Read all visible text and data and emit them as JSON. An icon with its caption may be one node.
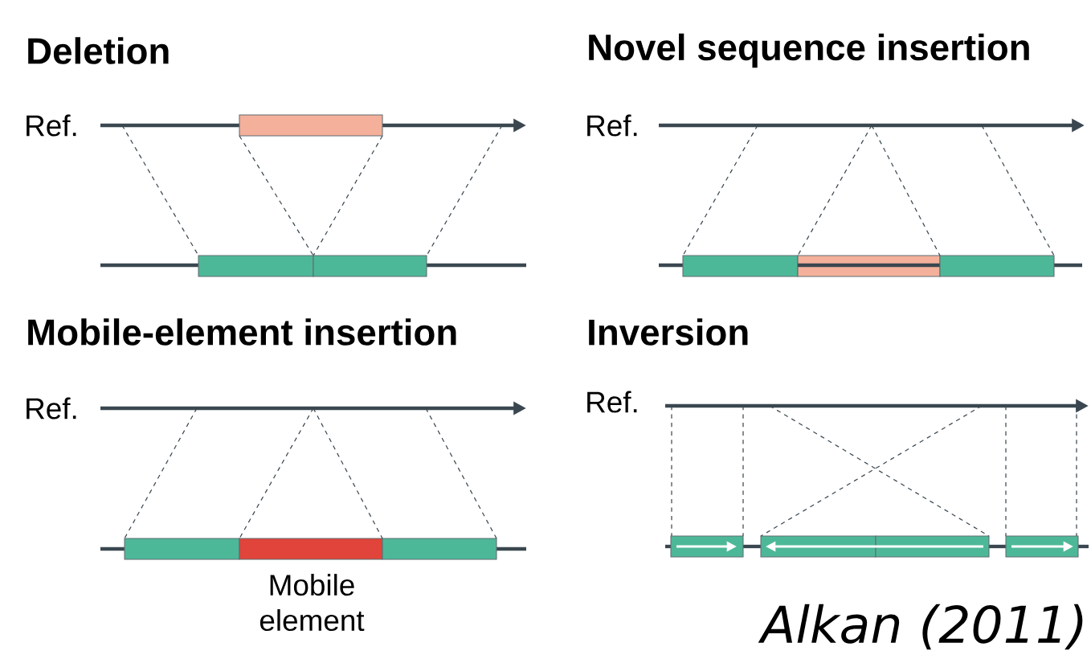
{
  "diagram": {
    "labels": [
      "Deletion",
      "Novel sequence insertion",
      "Ref.",
      "Ref.",
      "Mobile-element insertion",
      "Inversion",
      "Ref.",
      "Ref.",
      "Mobile element",
      "Alkan (2011)"
    ]
  }
}
